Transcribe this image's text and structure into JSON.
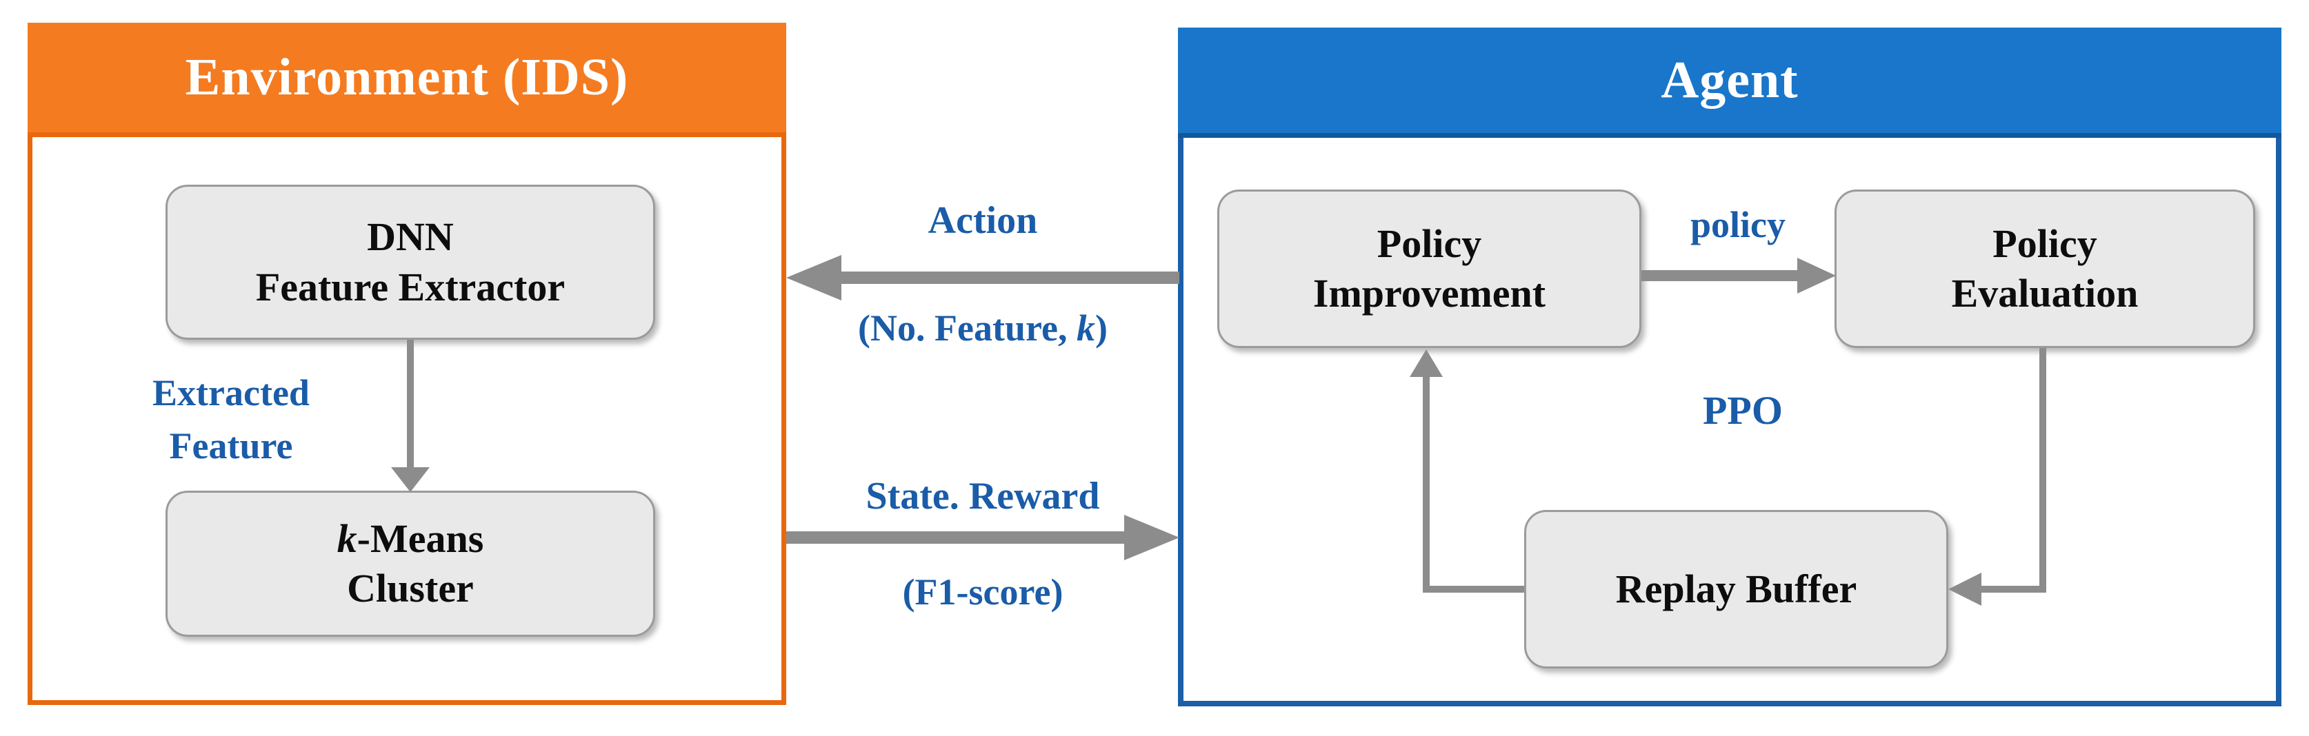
{
  "colors": {
    "orange": "#F57B20",
    "orange_border": "#E8680E",
    "blue": "#1976CA",
    "blue_border": "#1A5FA8",
    "blue_text": "#1A5CA8",
    "arrow": "#8C8C8C",
    "box_fill": "#E9E9E9",
    "box_border": "#9B9B9B"
  },
  "environment": {
    "title": "Environment (IDS)",
    "dnn_box": "DNN\nFeature Extractor",
    "extracted_label": "Extracted\nFeature",
    "kmeans_k": "k",
    "kmeans_rest": "-Means\nCluster"
  },
  "agent": {
    "title": "Agent",
    "policy_improvement": "Policy\nImprovement",
    "policy_evaluation": "Policy\nEvaluation",
    "replay_buffer": "Replay Buffer",
    "policy_label": "policy",
    "ppo_label": "PPO"
  },
  "exchange": {
    "action_label": "Action",
    "action_sub_prefix": "(No. Feature, ",
    "action_sub_k": "k",
    "action_sub_suffix": ")",
    "state_label": "State. Reward",
    "state_sub": "(F1-score)"
  }
}
